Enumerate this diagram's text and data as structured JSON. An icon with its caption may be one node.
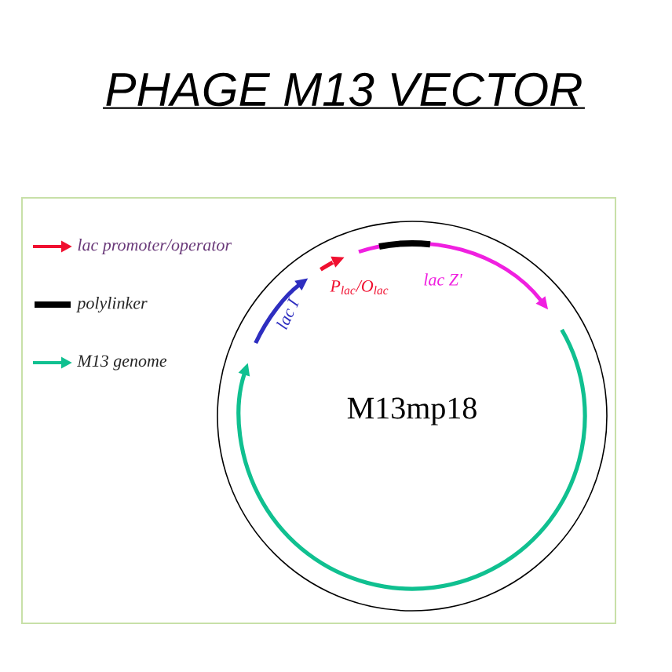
{
  "diagram": {
    "title": "PHAGE M13 VECTOR",
    "nodes": [
      {
        "text": [
          "M13mp18"
        ]
      }
    ],
    "labels": [
      "P$_{lac}$/O$_{lac}$",
      "lac Z'",
      "lac I"
    ],
    "legend": [
      {
        "text": "lac promoter/operator"
      },
      {
        "text": "polylinker"
      },
      {
        "text": "M13 genome"
      }
    ]
  }
}
